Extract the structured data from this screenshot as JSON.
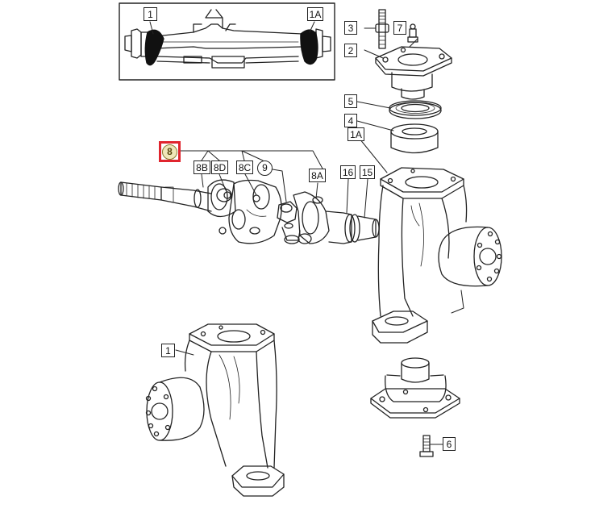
{
  "labels": {
    "inset_1": "1",
    "inset_1a": "1A",
    "p3": "3",
    "p7": "7",
    "p2": "2",
    "p5": "5",
    "p4": "4",
    "p1a": "1A",
    "p8": "8",
    "p8b": "8B",
    "p8d": "8D",
    "p8c": "8C",
    "p9": "9",
    "p8a": "8A",
    "p16": "16",
    "p15": "15",
    "p1": "1",
    "p6": "6"
  },
  "colors": {
    "highlight": "#e0252e",
    "line": "#222222"
  }
}
